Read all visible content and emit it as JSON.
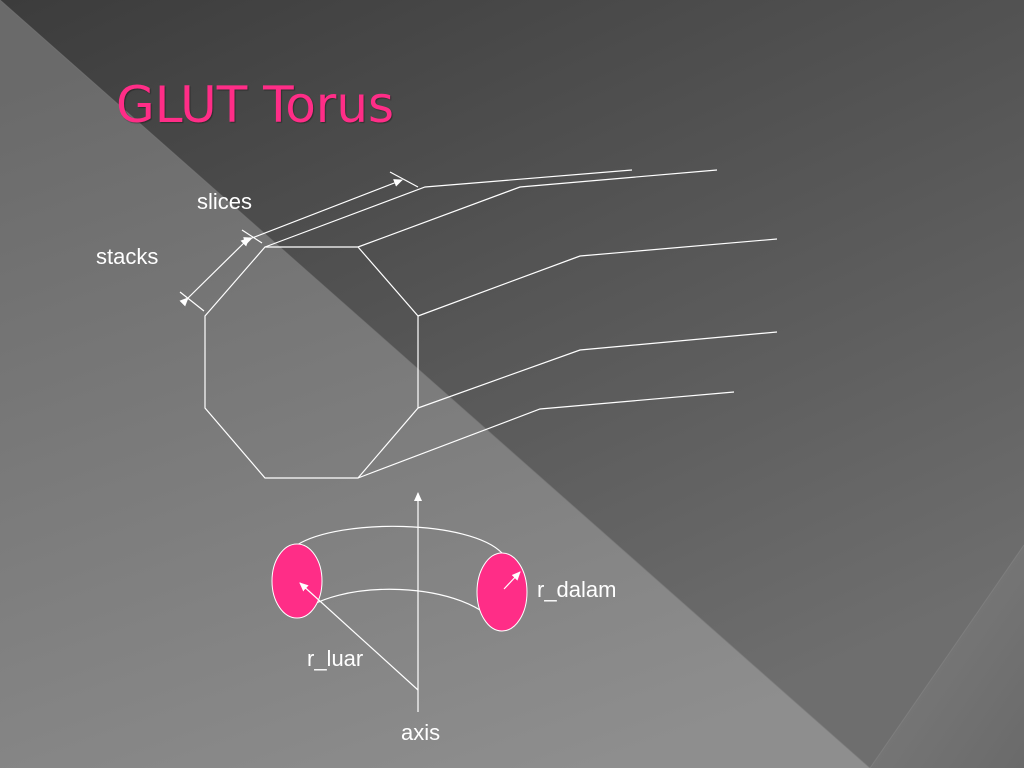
{
  "slide": {
    "title": "GLUT Torus"
  },
  "labels": {
    "slices": "slices",
    "stacks": "stacks",
    "r_dalam": "r_dalam",
    "r_luar": "r_luar",
    "axis": "axis"
  },
  "colors": {
    "background_dark": "#3f3f3f",
    "background_light": "#8a8a8a",
    "accent": "#ff2d87",
    "line": "#ffffff"
  }
}
